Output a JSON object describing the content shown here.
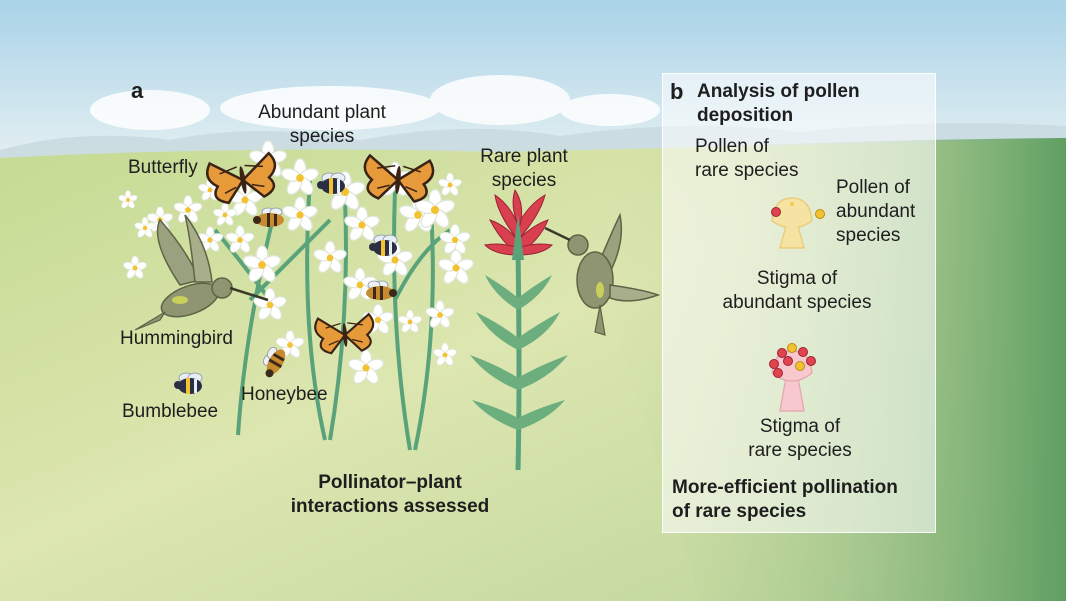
{
  "panel_a": {
    "letter": "a",
    "labels": {
      "abundant": [
        "Abundant plant",
        "species"
      ],
      "rare": [
        "Rare plant",
        "species"
      ],
      "butterfly": "Butterfly",
      "hummingbird": "Hummingbird",
      "bumblebee": "Bumblebee",
      "honeybee": "Honeybee"
    },
    "caption": [
      "Pollinator–plant",
      "interactions assessed"
    ]
  },
  "panel_b": {
    "letter": "b",
    "title": [
      "Analysis of pollen",
      "deposition"
    ],
    "pollen_rare": [
      "Pollen of",
      "rare species"
    ],
    "pollen_abundant": [
      "Pollen of",
      "abundant",
      "species"
    ],
    "stigma_abundant": [
      "Stigma of",
      "abundant species"
    ],
    "stigma_rare": [
      "Stigma of",
      "rare species"
    ],
    "conclusion": [
      "More-efficient pollination",
      "of rare species"
    ]
  },
  "colors": {
    "sky": "#b9dbe9",
    "meadow_light": "#dfe9b8",
    "meadow_dark": "#6fa86a",
    "stem": "#5aa37a",
    "rare_flower": "#d8404f",
    "pollen_rare": "#e0454f",
    "pollen_abundant": "#f2c230",
    "stigma_abundant": "#f6e2a2",
    "stigma_rare": "#f7c9cf"
  }
}
